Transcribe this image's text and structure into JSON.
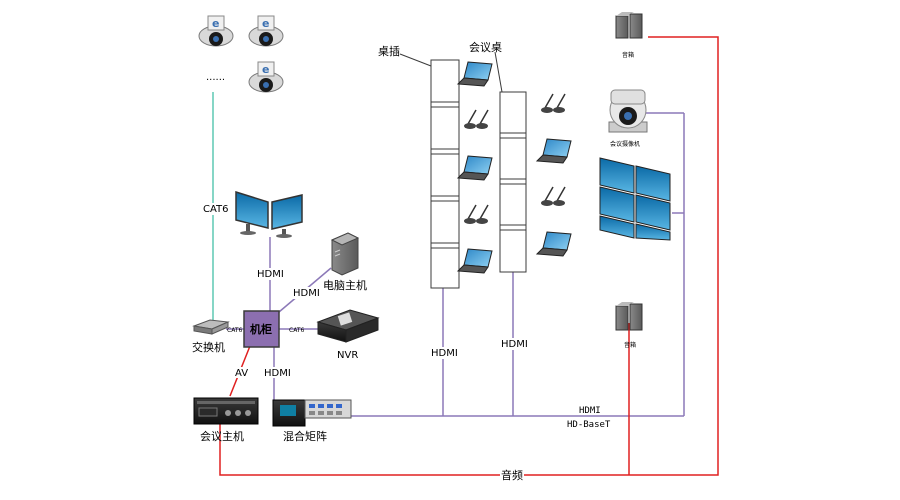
{
  "labels": {
    "cat6": "CAT6",
    "dots": "......",
    "hdmi_monitor": "HDMI",
    "hdmi_pc": "HDMI",
    "pc_host": "电脑主机",
    "cabinet": "机柜",
    "cat6_left": "CAT6",
    "cat6_right": "CAT6",
    "switch": "交换机",
    "nvr": "NVR",
    "av": "AV",
    "hdmi_mixer": "HDMI",
    "conf_host": "会议主机",
    "mixer": "混合矩阵",
    "desk_socket": "桌插",
    "conf_desk": "会议桌",
    "hdmi_col1": "HDMI",
    "hdmi_col2": "HDMI",
    "hdmi_bottom": "HDMI",
    "hd_basetee": "HD-BaseT",
    "audio": "音频",
    "speaker_top": "音箱",
    "speaker_bottom": "音箱",
    "conf_camera": "会议摄像机"
  },
  "colors": {
    "cyan_line": "#5ec8b4",
    "purple_line": "#8c79b8",
    "red_line": "#e02020",
    "cabinet_fill": "#8c6fb0",
    "dark_line": "#3b3b3b"
  }
}
